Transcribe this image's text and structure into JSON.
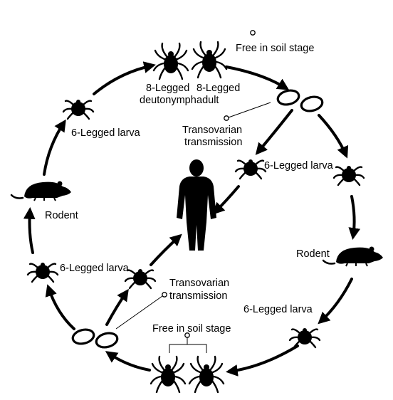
{
  "labels": {
    "free_soil_top": "Free in soil stage",
    "free_soil_bottom": "Free in soil stage",
    "deutonymph_line1": "8-Legged",
    "deutonymph_line2": "deutonymph",
    "adult_line1": "8-Legged",
    "adult_line2": "adult",
    "transovarian_top_line1": "Transovarian",
    "transovarian_top_line2": "transmission",
    "transovarian_bottom_line1": "Transovarian",
    "transovarian_bottom_line2": "transmission",
    "larva_top_left": "6-Legged larva",
    "larva_center_right": "6-Legged larva",
    "larva_left": "6-Legged larva",
    "larva_bottom_right": "6-Legged larva",
    "rodent_left": "Rodent",
    "rodent_right": "Rodent"
  },
  "colors": {
    "ink": "#000000",
    "background": "#ffffff"
  }
}
